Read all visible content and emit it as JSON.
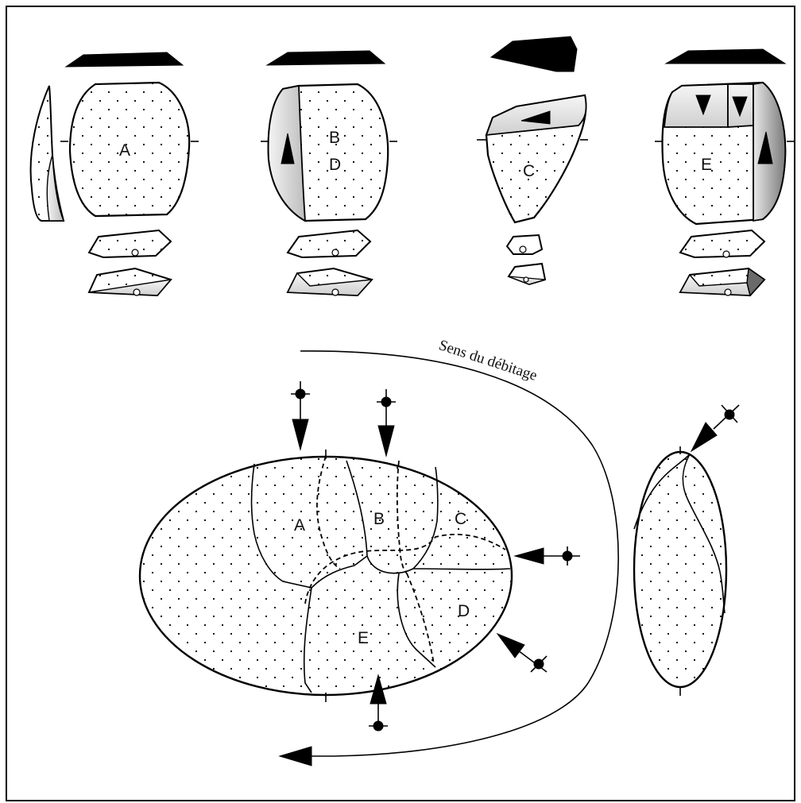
{
  "labels": {
    "views": [
      "A",
      "B",
      "D",
      "C",
      "E"
    ],
    "core_scars": [
      "A",
      "B",
      "C",
      "D",
      "E"
    ]
  },
  "arc_caption": "Sens du débitage",
  "colors": {
    "stroke": "#000000",
    "background": "#ffffff",
    "shade_light": "#f2f2f2",
    "shade_dark": "#8a8a8a"
  }
}
